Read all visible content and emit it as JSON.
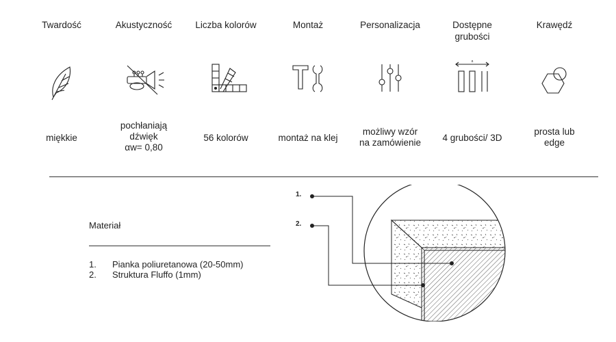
{
  "features": [
    {
      "title": "Twardość",
      "icon": "feather-icon",
      "value": [
        "miękkie"
      ]
    },
    {
      "title": "Akustyczność",
      "icon": "trumpet-muted-icon",
      "value": [
        "pochłaniają",
        "dźwięk"
      ],
      "extra_prefix": "α",
      "extra_text": "w= 0,80"
    },
    {
      "title": "Liczba kolorów",
      "icon": "color-swatch-icon",
      "value": [
        "56 kolorów"
      ]
    },
    {
      "title": "Montaż",
      "icon": "hammer-wrench-icon",
      "value": [
        "montaż na klej"
      ]
    },
    {
      "title": "Personalizacja",
      "icon": "sliders-icon",
      "value": [
        "możliwy wzór",
        "na zamówienie"
      ]
    },
    {
      "title_lines": [
        "Dostępne",
        "grubości"
      ],
      "icon": "thickness-icon",
      "icon_label": "x",
      "value": [
        "4 grubości/ 3D"
      ]
    },
    {
      "title": "Krawędź",
      "icon": "hexagon-circle-icon",
      "value": [
        "prosta lub",
        "edge"
      ]
    }
  ],
  "material": {
    "title": "Materiał",
    "items": [
      {
        "num": "1.",
        "text": "Pianka poliuretanowa (20-50mm)"
      },
      {
        "num": "2.",
        "text": "Struktura Fluffo (1mm)"
      }
    ]
  },
  "diagram": {
    "label_1": "1.",
    "label_2": "2."
  }
}
